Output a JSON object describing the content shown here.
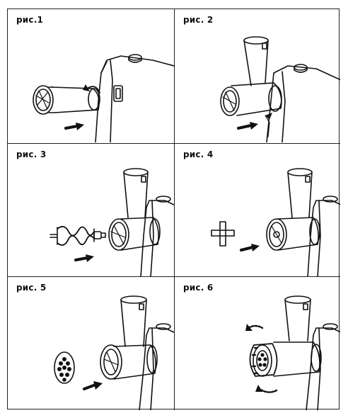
{
  "figures": [
    {
      "id": "fig1",
      "label": "рис.1"
    },
    {
      "id": "fig2",
      "label": "рис. 2"
    },
    {
      "id": "fig3",
      "label": "рис. 3"
    },
    {
      "id": "fig4",
      "label": "рис. 4"
    },
    {
      "id": "fig5",
      "label": "рис. 5"
    },
    {
      "id": "fig6",
      "label": "рис. 6"
    }
  ],
  "colors": {
    "line": "#111111",
    "panel_border": "#222222",
    "background": "#ffffff"
  }
}
